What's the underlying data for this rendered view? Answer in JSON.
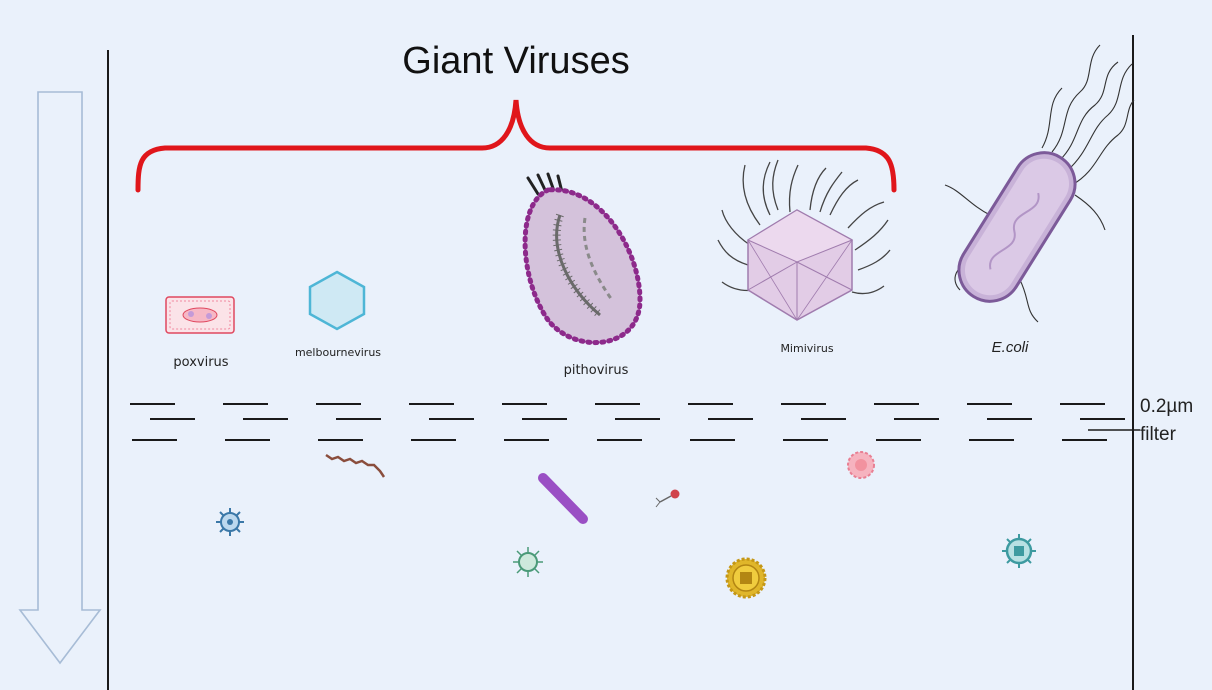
{
  "title": "Giant Viruses",
  "labels": {
    "poxvirus": "poxvirus",
    "melbournevirus": "melbournevirus",
    "pithovirus": "pithovirus",
    "mimivirus": "Mimivirus",
    "ecoli": "E.coli"
  },
  "filter": {
    "size": "0.2µm",
    "word": "filter"
  },
  "colors": {
    "background": "#eaf1fb",
    "bracket": "#e0161b",
    "arrow_stroke": "#a7bcd6",
    "lines": "#1a1a1a"
  },
  "icons": [
    "down-arrow-icon",
    "poxvirus-icon",
    "melbournevirus-icon",
    "pithovirus-icon",
    "mimivirus-icon",
    "ecoli-icon",
    "small-virus-icon"
  ]
}
